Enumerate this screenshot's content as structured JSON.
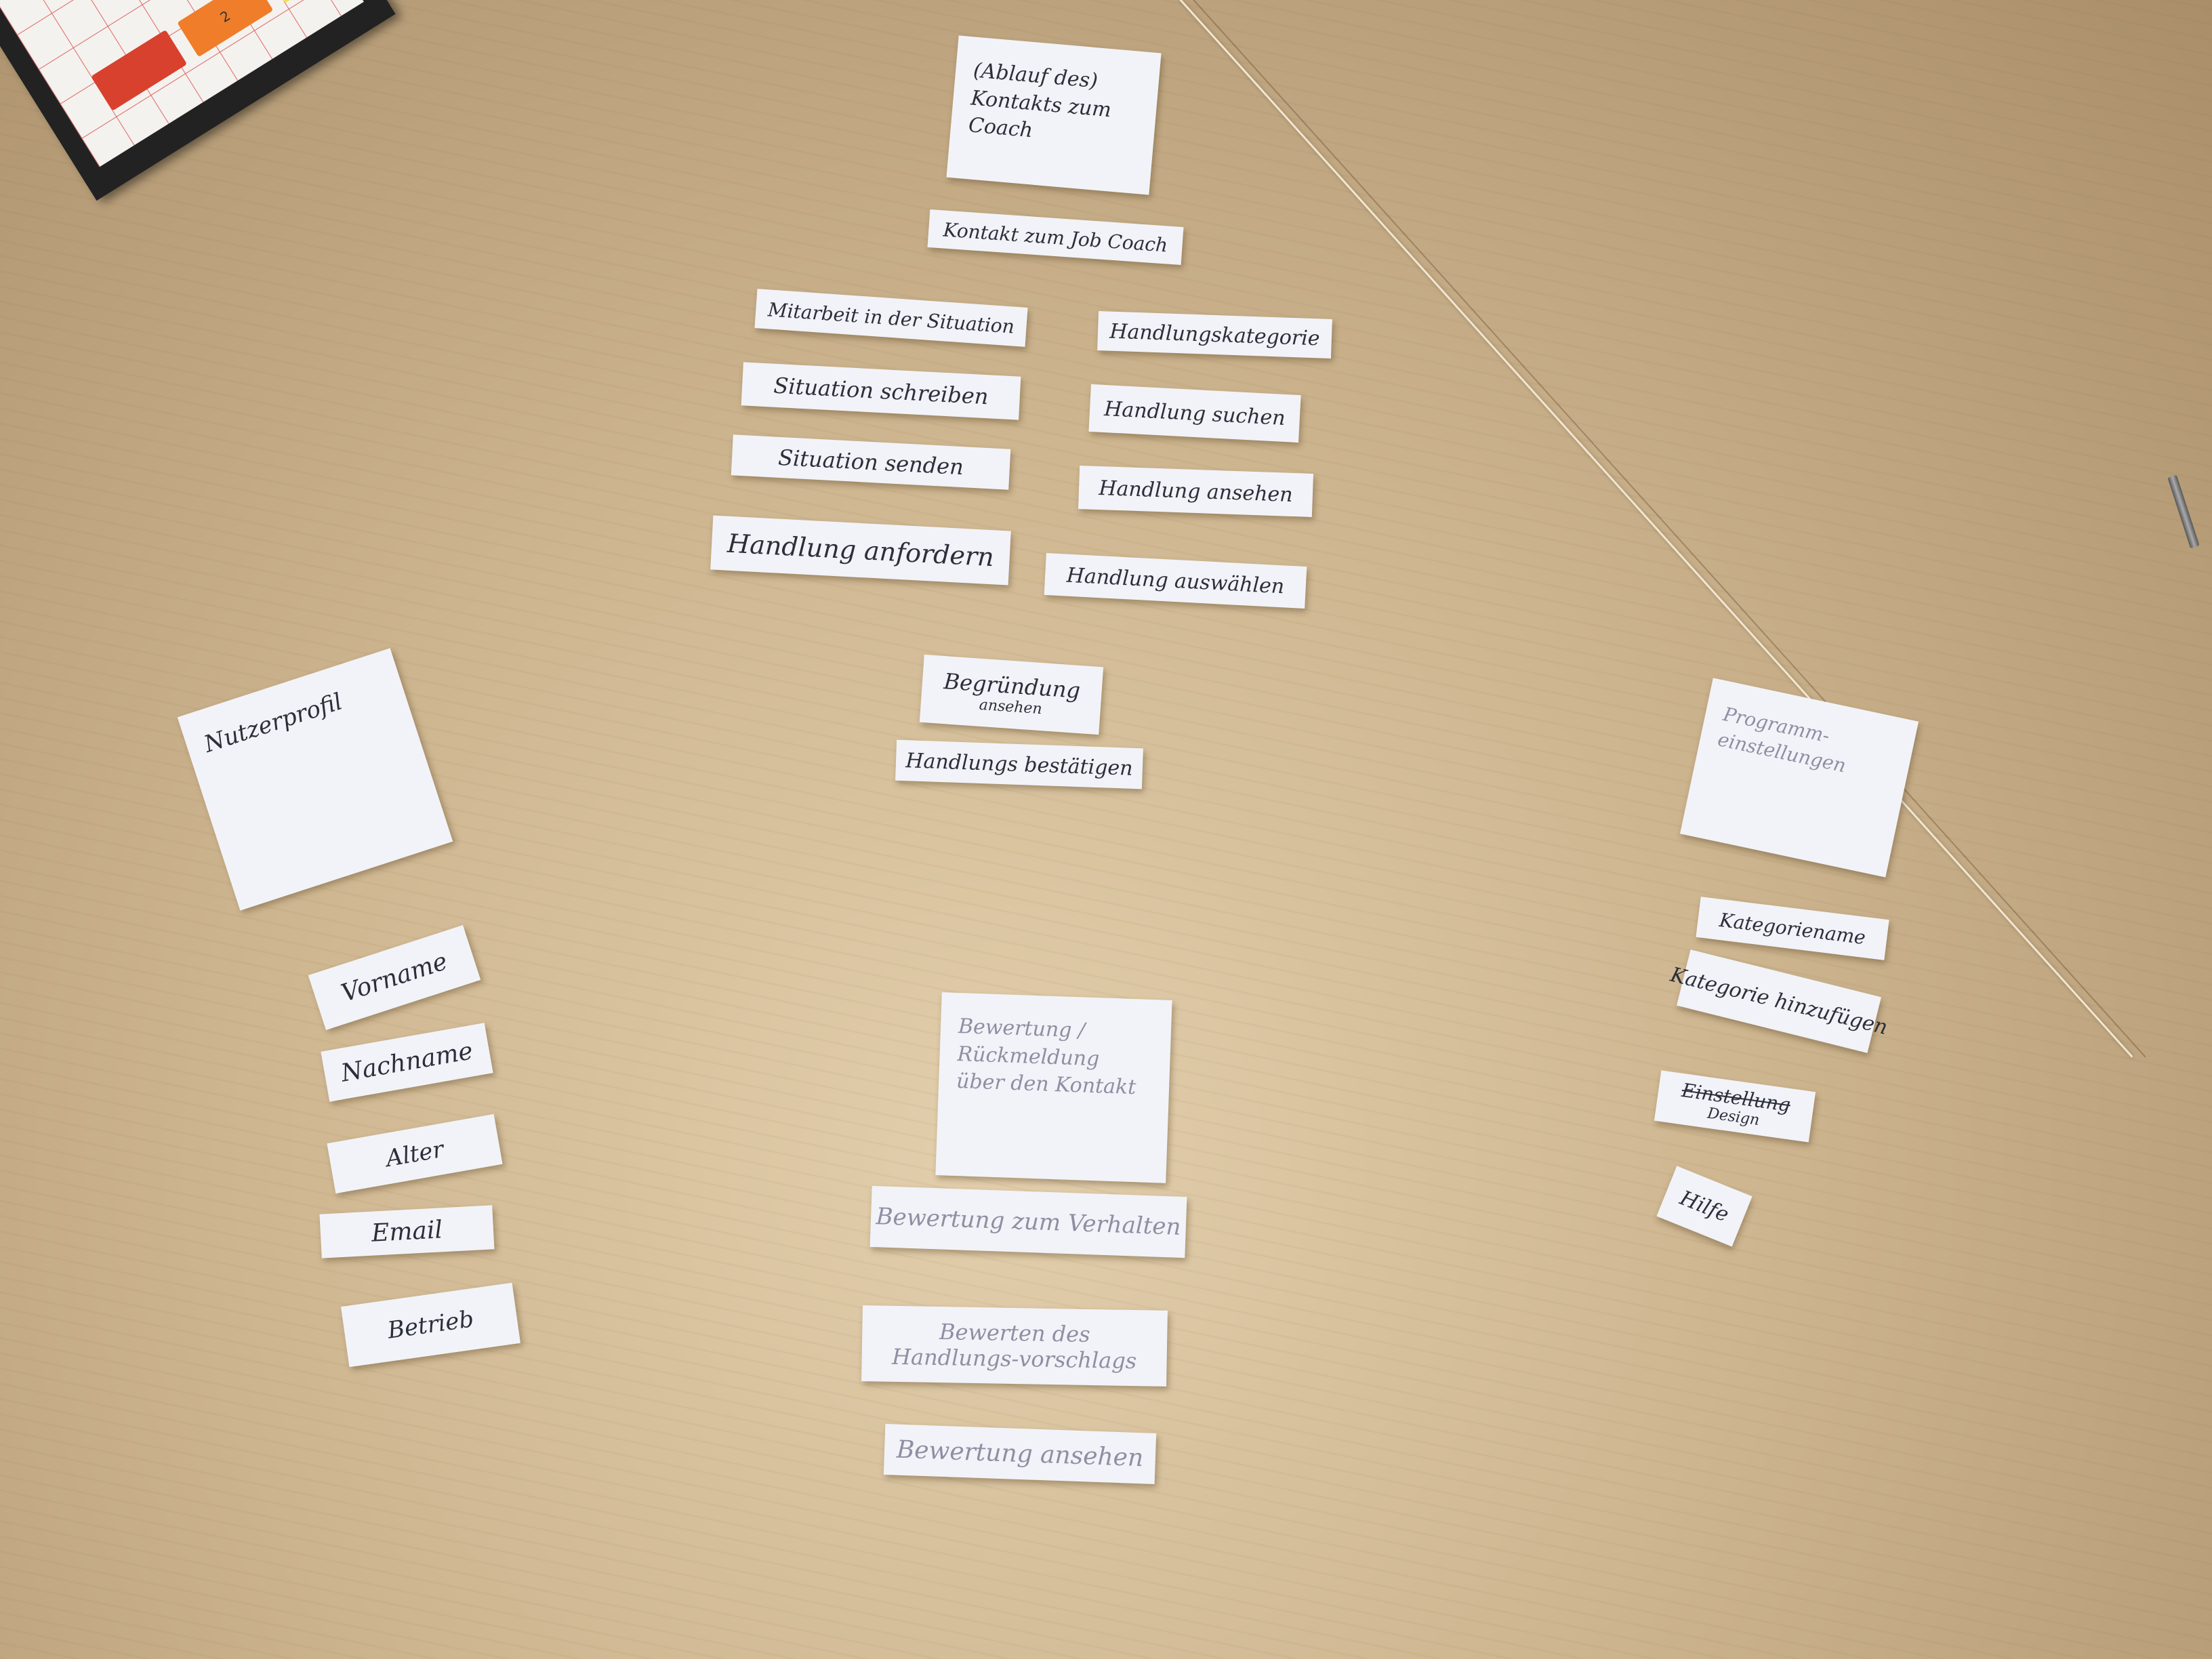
{
  "scene": "Paper sticky notes arranged on a wooden table",
  "colors": {
    "table": "#d6bf9b",
    "paper": "#f2f3f8",
    "ink": "#2b2f3a"
  },
  "board": {
    "tab_value": "2"
  },
  "groups": {
    "coach": {
      "header": "(Ablauf des) Kontakts zum Coach",
      "main": "Kontakt zum Job Coach",
      "left": [
        "Mitarbeit in der Situation",
        "Situation schreiben",
        "Situation senden",
        "Handlung anfordern"
      ],
      "right": [
        "Handlungskategorie",
        "Handlung suchen",
        "Handlung ansehen",
        "Handlung auswählen"
      ],
      "bottom_a_main": "Begründung",
      "bottom_a_sub": "ansehen",
      "bottom_b": "Handlungs bestätigen"
    },
    "profile": {
      "header": "Nutzerprofil",
      "items": [
        "Vorname",
        "Nachname",
        "Alter",
        "Email",
        "Betrieb"
      ]
    },
    "rating": {
      "header": "Bewertung / Rückmeldung über den Kontakt",
      "items": [
        "Bewertung zum Verhalten",
        "Bewerten des Handlungs-vorschlags",
        "Bewertung ansehen"
      ]
    },
    "settings": {
      "header": "Programm-einstellungen",
      "items": [
        "Kategoriename",
        "Kategorie hinzufügen"
      ],
      "struck": "Einstellung",
      "struck_replacement": "Design",
      "help": "Hilfe"
    }
  }
}
